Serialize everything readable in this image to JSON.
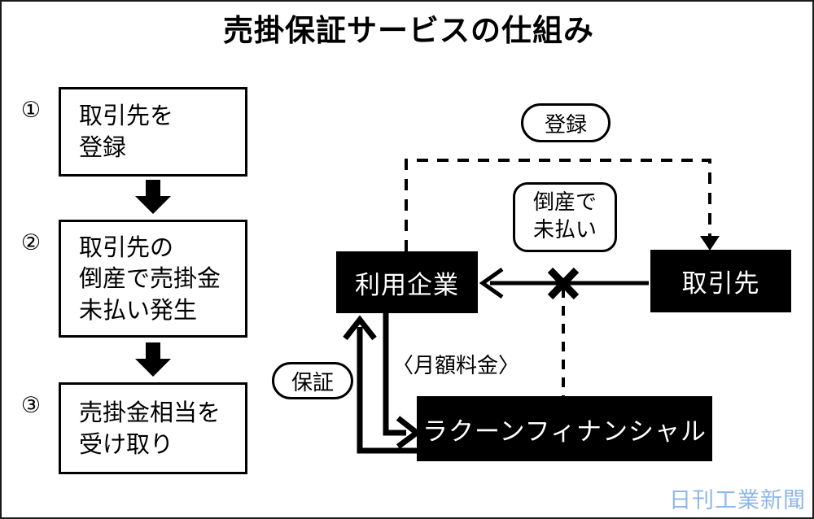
{
  "figure": {
    "title": "売掛保証サービスの仕組み",
    "watermark": "日刊工業新聞",
    "colors": {
      "ink": "#000000",
      "paper": "#ffffff",
      "watermark": "#8fb8ea"
    }
  },
  "left_flow": {
    "steps": [
      {
        "marker": "①",
        "lines": [
          "取引先を",
          "登録"
        ]
      },
      {
        "marker": "②",
        "lines": [
          "取引先の",
          "倒産で売掛金",
          "未払い発生"
        ]
      },
      {
        "marker": "③",
        "lines": [
          "売掛金相当を",
          "受け取り"
        ]
      }
    ],
    "connector_icon": "down-arrow-icon"
  },
  "diagram": {
    "nodes": {
      "user_company": "利用企業",
      "customer": "取引先",
      "raccoon": "ラクーンフィナンシャル"
    },
    "labels": {
      "registration": "登録",
      "bankruptcy_lines": [
        "倒産で",
        "未払い"
      ],
      "guarantee": "保証",
      "monthly_fee": "〈月額料金〉"
    },
    "markers": {
      "blocked": "x-cross-icon"
    }
  }
}
